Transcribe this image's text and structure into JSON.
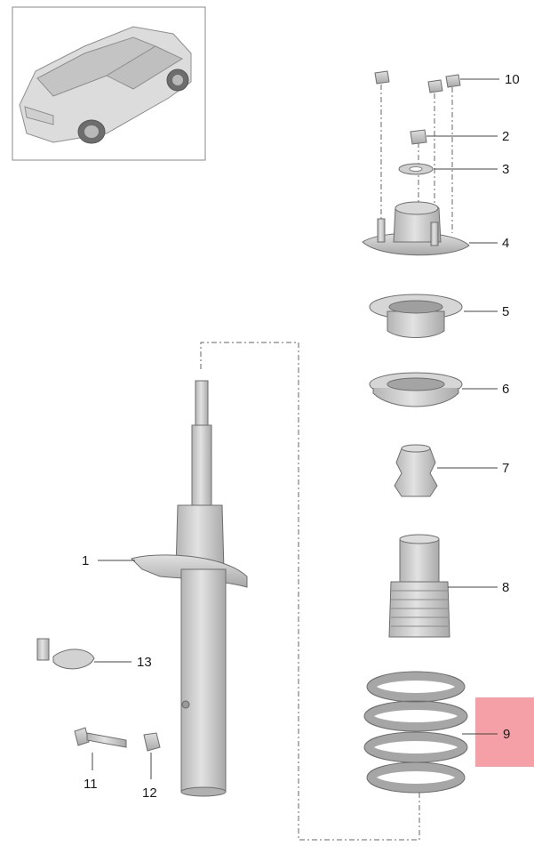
{
  "diagram": {
    "highlighted_callout": "9",
    "highlight_color": "#f4a0a6",
    "part_color": "#c9c9c9",
    "callouts": [
      "1",
      "2",
      "3",
      "4",
      "5",
      "6",
      "7",
      "8",
      "9",
      "10",
      "11",
      "12",
      "13"
    ]
  }
}
